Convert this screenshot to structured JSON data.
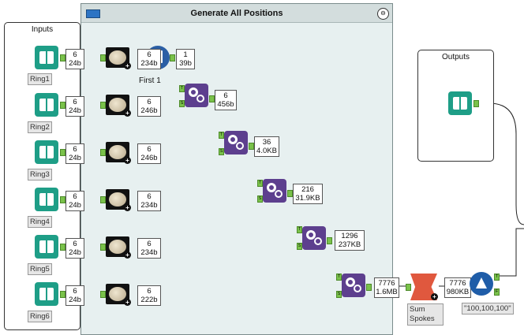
{
  "containers": {
    "inputs_title": "Inputs",
    "outputs_title": "Outputs",
    "generate_title": "Generate All Positions",
    "collapse_symbol": "⊖"
  },
  "inputs": [
    {
      "label": "Ring1",
      "records": "6",
      "size": "24b"
    },
    {
      "label": "Ring2",
      "records": "6",
      "size": "24b"
    },
    {
      "label": "Ring3",
      "records": "6",
      "size": "24b"
    },
    {
      "label": "Ring4",
      "records": "6",
      "size": "24b"
    },
    {
      "label": "Ring5",
      "records": "6",
      "size": "24b"
    },
    {
      "label": "Ring6",
      "records": "6",
      "size": "24b"
    }
  ],
  "rocks": [
    {
      "records": "6",
      "size": "234b"
    },
    {
      "records": "6",
      "size": "246b"
    },
    {
      "records": "6",
      "size": "246b"
    },
    {
      "records": "6",
      "size": "234b"
    },
    {
      "records": "6",
      "size": "234b"
    },
    {
      "records": "6",
      "size": "222b"
    }
  ],
  "first": {
    "label": "First 1",
    "records": "1",
    "size": "39b"
  },
  "joins": [
    {
      "records": "6",
      "size": "456b"
    },
    {
      "records": "36",
      "size": "4.0KB"
    },
    {
      "records": "216",
      "size": "31.9KB"
    },
    {
      "records": "1296",
      "size": "237KB"
    },
    {
      "records": "7776",
      "size": "1.6MB"
    }
  ],
  "sum": {
    "label": "Sum Spokes",
    "records": "7776",
    "size": "980KB"
  },
  "formula": {
    "label": "\"100,100,100\""
  },
  "anchors": {
    "T": "T",
    "S": "S",
    "F": "F"
  },
  "colors": {
    "book": "#1e9e87",
    "gear": "#5d3f8e",
    "sum": "#e0583e",
    "formula": "#1f5da8",
    "container_bg": "#e7f0f0"
  }
}
